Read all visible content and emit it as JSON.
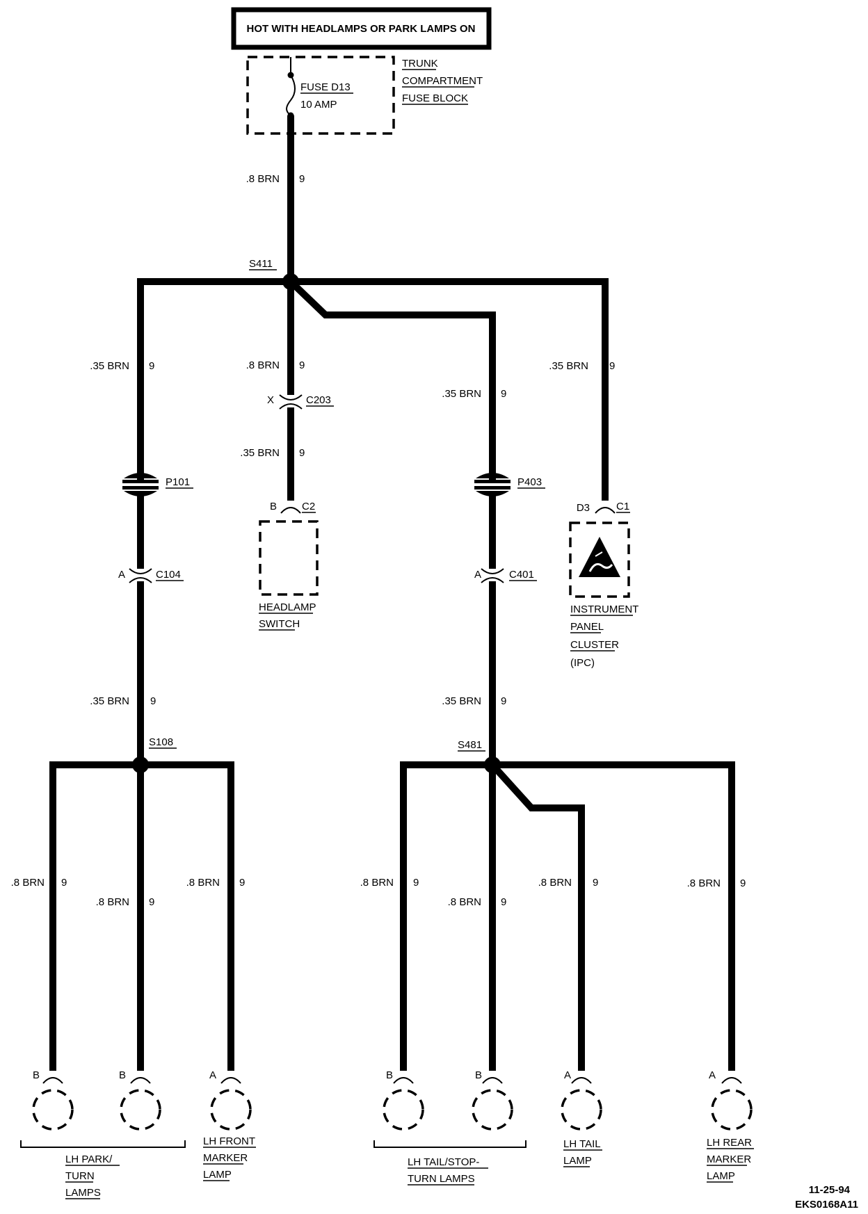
{
  "header": {
    "title": "HOT WITH HEADLAMPS OR PARK LAMPS ON"
  },
  "fuse_block": {
    "fuse_name": "FUSE D13",
    "fuse_rating": "10 AMP",
    "name_lines": [
      "TRUNK",
      "COMPARTMENT",
      "FUSE BLOCK"
    ]
  },
  "splices": {
    "s411": "S411",
    "s108": "S108",
    "s481": "S481"
  },
  "passthroughs": {
    "p101": "P101",
    "p403": "P403"
  },
  "connectors": {
    "c203": "C203",
    "c203_pin": "X",
    "c104": "C104",
    "c104_pin": "A",
    "c401": "C401",
    "c401_pin": "A",
    "c2": "C2",
    "c2_pin": "B",
    "c1": "C1",
    "c1_pin": "D3"
  },
  "wires": {
    "main_gauge": ".8 BRN",
    "main_circuit": "9",
    "left_gauge": ".35 BRN",
    "left_circuit": "9",
    "c203_up_gauge": ".8 BRN",
    "c203_up_circuit": "9",
    "c203_down_gauge": ".35 BRN",
    "c203_down_circuit": "9",
    "p403_gauge": ".35 BRN",
    "p403_circuit": "9",
    "ipc_gauge": ".35 BRN",
    "ipc_circuit": "9",
    "s108_feed_gauge": ".35 BRN",
    "s108_feed_circuit": "9",
    "s481_feed_gauge": ".35 BRN",
    "s481_feed_circuit": "9",
    "lb1_gauge": ".8 BRN",
    "lb1_circuit": "9",
    "lb2_gauge": ".8 BRN",
    "lb2_circuit": "9",
    "lb3_gauge": ".8 BRN",
    "lb3_circuit": "9",
    "rb1_gauge": ".8 BRN",
    "rb1_circuit": "9",
    "rb2_gauge": ".8 BRN",
    "rb2_circuit": "9",
    "rb3_gauge": ".8 BRN",
    "rb3_circuit": "9",
    "rb4_gauge": ".8 BRN",
    "rb4_circuit": "9"
  },
  "components": {
    "headlamp_switch": [
      "HEADLAMP",
      "SWITCH"
    ],
    "ipc": [
      "INSTRUMENT",
      "PANEL",
      "CLUSTER",
      "(IPC)"
    ]
  },
  "lamps": {
    "pins": [
      "B",
      "B",
      "A",
      "B",
      "B",
      "A",
      "A"
    ],
    "lh_park_turn": [
      "LH PARK/",
      "TURN",
      "LAMPS"
    ],
    "lh_front_marker": [
      "LH FRONT",
      "MARKER",
      "LAMP"
    ],
    "lh_tail_stop_turn": [
      "LH TAIL/STOP-",
      "TURN LAMPS"
    ],
    "lh_tail": [
      "LH TAIL",
      "LAMP"
    ],
    "lh_rear_marker": [
      "LH REAR",
      "MARKER",
      "LAMP"
    ]
  },
  "footer": {
    "date": "11-25-94",
    "code": "EKS0168A11"
  }
}
